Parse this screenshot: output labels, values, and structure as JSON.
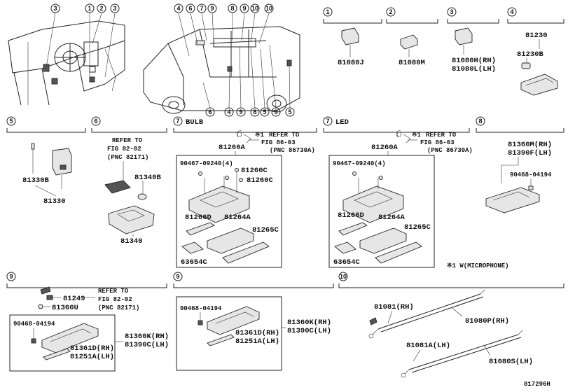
{
  "circle_labels": [
    "1",
    "2",
    "3",
    "4",
    "5",
    "6",
    "7",
    "8",
    "9",
    "10"
  ],
  "overview": {
    "dash_callouts": [
      "3",
      "1",
      "2",
      "3"
    ],
    "van_callouts_top": [
      "4",
      "6",
      "7",
      "9",
      "8",
      "9",
      "10",
      "10"
    ],
    "van_callouts_bottom": [
      "6",
      "4",
      "9",
      "8",
      "5",
      "9",
      "5"
    ]
  },
  "sections": {
    "s1": {
      "parts": [
        "81080J"
      ]
    },
    "s2": {
      "parts": [
        "81080M"
      ]
    },
    "s3": {
      "parts": [
        "81080H(RH)",
        "81080L(LH)"
      ]
    },
    "s4": {
      "parts": [
        "81230",
        "81230B"
      ]
    },
    "s5": {
      "parts": [
        "81330B",
        "81330"
      ]
    },
    "s6": {
      "refer": [
        "REFER TO",
        "FIG 82-02",
        "(PNC 82171)"
      ],
      "parts": [
        "81340B",
        "81340"
      ]
    },
    "s7a": {
      "title": "BULB",
      "note_mark": "※1",
      "refer": [
        "REFER TO",
        "FIG 86-03",
        "(PNC 86730A)"
      ],
      "parts": [
        "81260A",
        "90467-09240(4)",
        "81260C",
        "81260C",
        "81266D",
        "81264A",
        "81265C",
        "63654C"
      ]
    },
    "s7b": {
      "title": "LED",
      "note_mark": "※1",
      "refer": [
        "REFER TO",
        "FIG 86-03",
        "(PNC 86730A)"
      ],
      "parts": [
        "81260A",
        "90467-09240(4)",
        "81266D",
        "81264A",
        "81265C",
        "63654C"
      ]
    },
    "s8": {
      "parts": [
        "81360M(RH)",
        "81390F(LH)",
        "90468-04194"
      ]
    },
    "s9a": {
      "refer": [
        "REFER TO",
        "FIG 82-02",
        "(PNC 82171)"
      ],
      "parts": [
        "81249",
        "81360U",
        "90468-04194",
        "81360K(RH)",
        "81390C(LH)",
        "81361D(RH)",
        "81251A(LH)"
      ]
    },
    "s9b": {
      "parts": [
        "90468-04194",
        "81360K(RH)",
        "81390C(LH)",
        "81361D(RH)",
        "81251A(LH)"
      ]
    },
    "s10": {
      "parts": [
        "81081(RH)",
        "81080P(RH)",
        "81081A(LH)",
        "81080S(LH)"
      ]
    }
  },
  "footnote": "※1 W(MICROPHONE)",
  "figure_id": "817296H"
}
